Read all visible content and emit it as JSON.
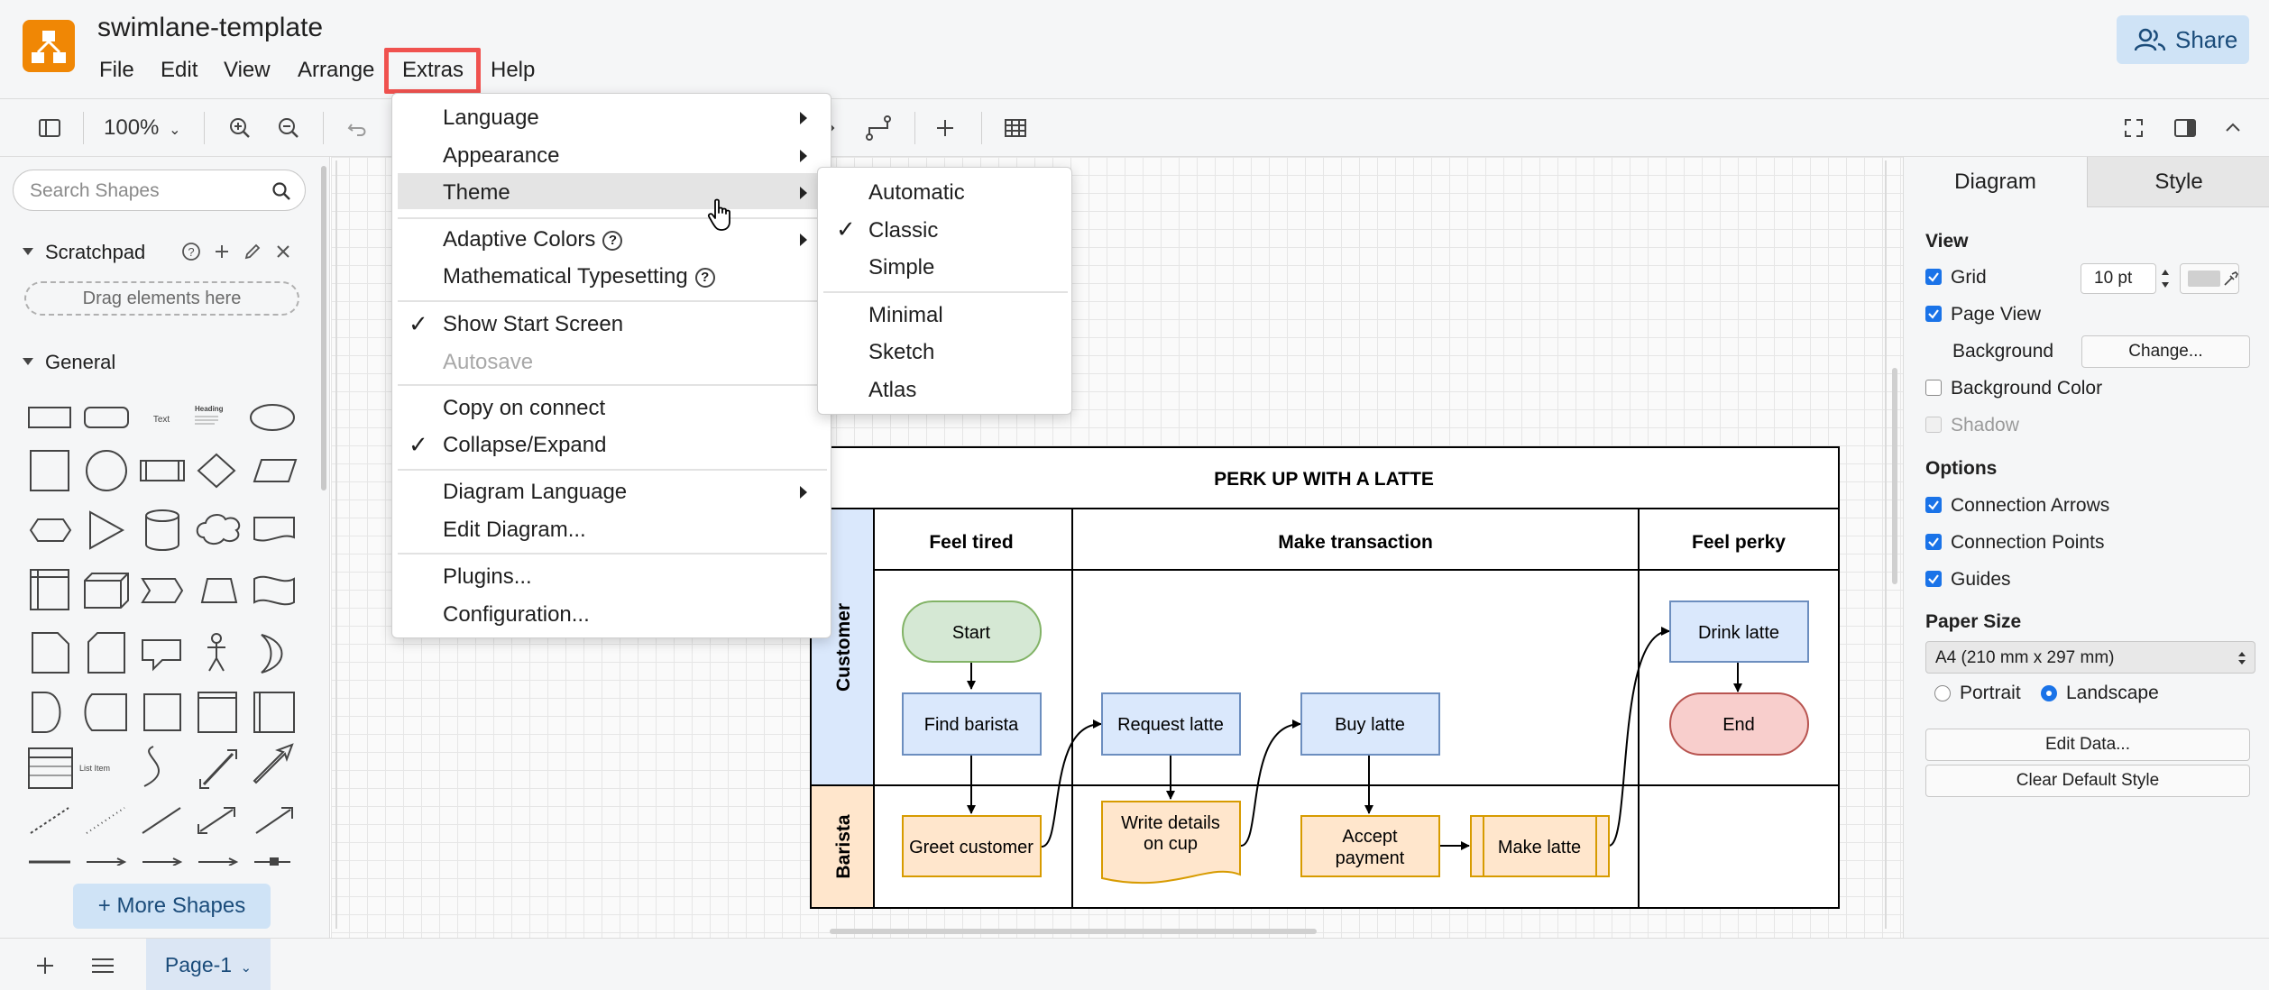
{
  "app": {
    "title": "swimlane-template",
    "menus": [
      "File",
      "Edit",
      "View",
      "Arrange",
      "Extras",
      "Help"
    ],
    "share_label": "Share"
  },
  "toolbar": {
    "zoom": "100%"
  },
  "left_panel": {
    "search_placeholder": "Search Shapes",
    "scratchpad_title": "Scratchpad",
    "drag_hint": "Drag elements here",
    "general_title": "General",
    "shape_text_label": "Text",
    "shape_heading_label": "Heading",
    "shape_list_item_label": "List Item",
    "more_shapes": "+ More Shapes"
  },
  "extras_menu": {
    "items": [
      {
        "label": "Language",
        "submenu": true
      },
      {
        "label": "Appearance",
        "submenu": true
      },
      {
        "label": "Theme",
        "submenu": true,
        "hover": true
      },
      {
        "label": "Adaptive Colors",
        "submenu": true,
        "help": true
      },
      {
        "label": "Mathematical Typesetting",
        "help": true
      },
      {
        "label": "Show Start Screen",
        "checked": true
      },
      {
        "label": "Autosave",
        "disabled": true
      },
      {
        "label": "Copy on connect"
      },
      {
        "label": "Collapse/Expand",
        "checked": true
      },
      {
        "label": "Diagram Language",
        "submenu": true
      },
      {
        "label": "Edit Diagram..."
      },
      {
        "label": "Plugins..."
      },
      {
        "label": "Configuration..."
      }
    ]
  },
  "theme_menu": {
    "items": [
      "Automatic",
      "Classic",
      "Simple",
      "Minimal",
      "Sketch",
      "Atlas"
    ],
    "selected": "Classic"
  },
  "diagram": {
    "title": "PERK UP WITH A LATTE",
    "columns": [
      "Feel tired",
      "Make transaction",
      "Feel perky"
    ],
    "lanes": [
      "Customer",
      "Barista"
    ],
    "nodes": {
      "start": "Start",
      "find_barista": "Find barista",
      "request_latte": "Request latte",
      "buy_latte": "Buy latte",
      "drink_latte": "Drink latte",
      "end": "End",
      "greet_customer": "Greet customer",
      "write_details_1": "Write details",
      "write_details_2": "on cup",
      "accept_payment_1": "Accept",
      "accept_payment_2": "payment",
      "make_latte": "Make latte"
    }
  },
  "right_panel": {
    "tabs": [
      "Diagram",
      "Style"
    ],
    "view_title": "View",
    "grid_label": "Grid",
    "grid_size": "10 pt",
    "page_view_label": "Page View",
    "background_label": "Background",
    "change_button": "Change...",
    "background_color_label": "Background Color",
    "shadow_label": "Shadow",
    "options_title": "Options",
    "connection_arrows": "Connection Arrows",
    "connection_points": "Connection Points",
    "guides": "Guides",
    "paper_size_title": "Paper Size",
    "paper_size_value": "A4 (210 mm x 297 mm)",
    "portrait": "Portrait",
    "landscape": "Landscape",
    "edit_data": "Edit Data...",
    "clear_default_style": "Clear Default Style"
  },
  "bottom": {
    "page_tab": "Page-1"
  },
  "colors": {
    "accent": "#f08705",
    "highlight": "#f0524f",
    "share_bg": "#cfe3f6",
    "check_blue": "#1a73e8"
  }
}
